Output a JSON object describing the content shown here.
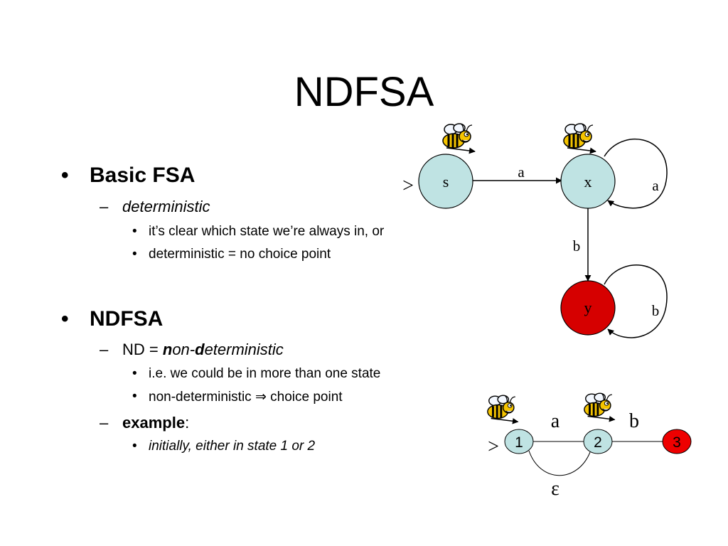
{
  "title": "NDFSA",
  "bullets": {
    "basic": {
      "heading": "Basic FSA",
      "sub": "deterministic",
      "points": [
        "it’s clear which state we’re always in, or",
        "deterministic = no choice point"
      ]
    },
    "ndfsa": {
      "heading": "NDFSA",
      "nd_prefix": "ND = ",
      "nd_n": "n",
      "nd_on": "on-",
      "nd_d": "d",
      "nd_rest": "eterministic",
      "points": [
        "i.e. we could be in more than one state",
        "non-deterministic ⇒ choice point"
      ],
      "example_label": "example",
      "example_colon": ":",
      "example_point": "initially, either in state 1 or 2"
    },
    "markers": {
      "dot": "•",
      "dash": "–"
    }
  },
  "diagram_top": {
    "start_marker": ">",
    "states": {
      "s": "s",
      "x": "x",
      "y": "y"
    },
    "edges": {
      "s_to_x": "a",
      "x_loop": "a",
      "x_to_y": "b",
      "y_loop": "b"
    },
    "colors": {
      "normal_state": "#bfe3e3",
      "final_state": "#d60000"
    }
  },
  "diagram_bottom": {
    "start_marker": ">",
    "states": {
      "one": "1",
      "two": "2",
      "three": "3"
    },
    "edges": {
      "one_to_two": "a",
      "two_to_three": "b",
      "epsilon": "ε"
    },
    "colors": {
      "normal_state": "#bfe3e3",
      "final_state": "#ee0000"
    }
  }
}
